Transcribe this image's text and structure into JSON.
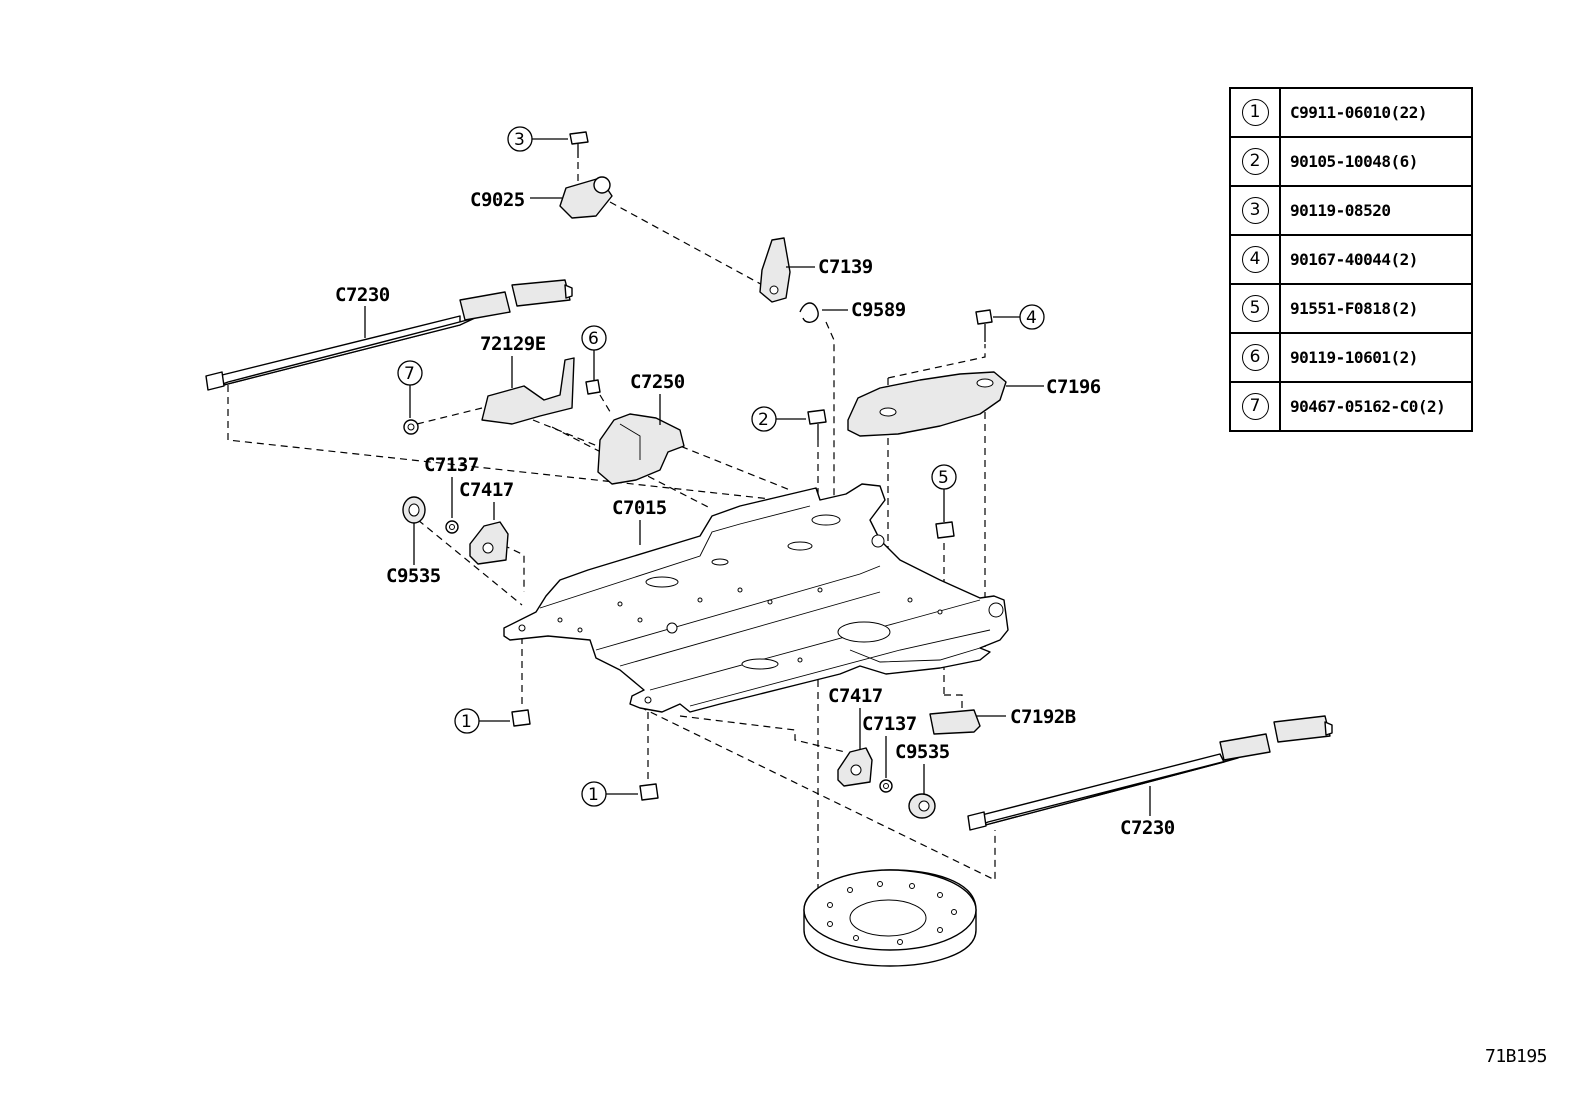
{
  "diagram_id": "71B195",
  "legend": [
    {
      "key": "1",
      "part": "C9911-06010(22)"
    },
    {
      "key": "2",
      "part": "90105-10048(6)"
    },
    {
      "key": "3",
      "part": "90119-08520"
    },
    {
      "key": "4",
      "part": "90167-40044(2)"
    },
    {
      "key": "5",
      "part": "91551-F0818(2)"
    },
    {
      "key": "6",
      "part": "90119-10601(2)"
    },
    {
      "key": "7",
      "part": "90467-05162-C0(2)"
    }
  ],
  "labels": {
    "c9025": "C9025",
    "c7139": "C7139",
    "c9589": "C9589",
    "c7230_top": "C7230",
    "p72129e": "72129E",
    "c7250": "C7250",
    "c7196": "C7196",
    "c7137_top": "C7137",
    "c7417_top": "C7417",
    "c7015": "C7015",
    "c9535_top": "C9535",
    "c7417_bottom": "C7417",
    "c7137_bottom": "C7137",
    "c9535_bottom": "C9535",
    "c7192b": "C7192B",
    "c7230_bottom": "C7230"
  },
  "callouts": {
    "n3": "3",
    "n4": "4",
    "n6": "6",
    "n7": "7",
    "n2": "2",
    "n5": "5",
    "n1a": "1",
    "n1b": "1"
  }
}
